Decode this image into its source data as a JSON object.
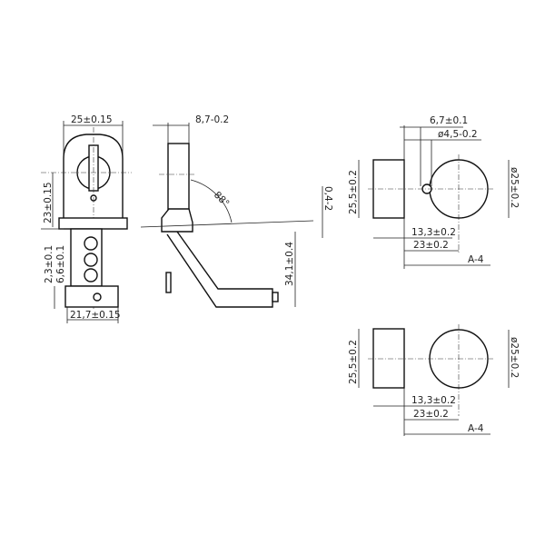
{
  "front_view": {
    "width_dim": "25±0.15",
    "height_dim": "23±0.15",
    "flange_dim": "2,3±0.1",
    "stem_dim": "6,6±0.1",
    "base_dim": "21,7±0.15"
  },
  "side_view": {
    "depth_dim": "8,7-0.2",
    "angle_dim": "88°",
    "plate_dim": "0,4-2",
    "height_dim": "34,1±0.4"
  },
  "top_right_view": {
    "offset_dim": "6,7±0.1",
    "hole_dim": "ø4,5-0.2",
    "height_dim": "25,5±0.2",
    "diameter_dim": "ø25±0.2",
    "gap_dim": "13,3±0.2",
    "center_dim": "23±0.2",
    "a_dim": "A-4"
  },
  "bottom_right_view": {
    "height_dim": "25,5±0.2",
    "diameter_dim": "ø25±0.2",
    "gap_dim": "13,3±0.2",
    "center_dim": "23±0.2",
    "a_dim": "A-4"
  }
}
